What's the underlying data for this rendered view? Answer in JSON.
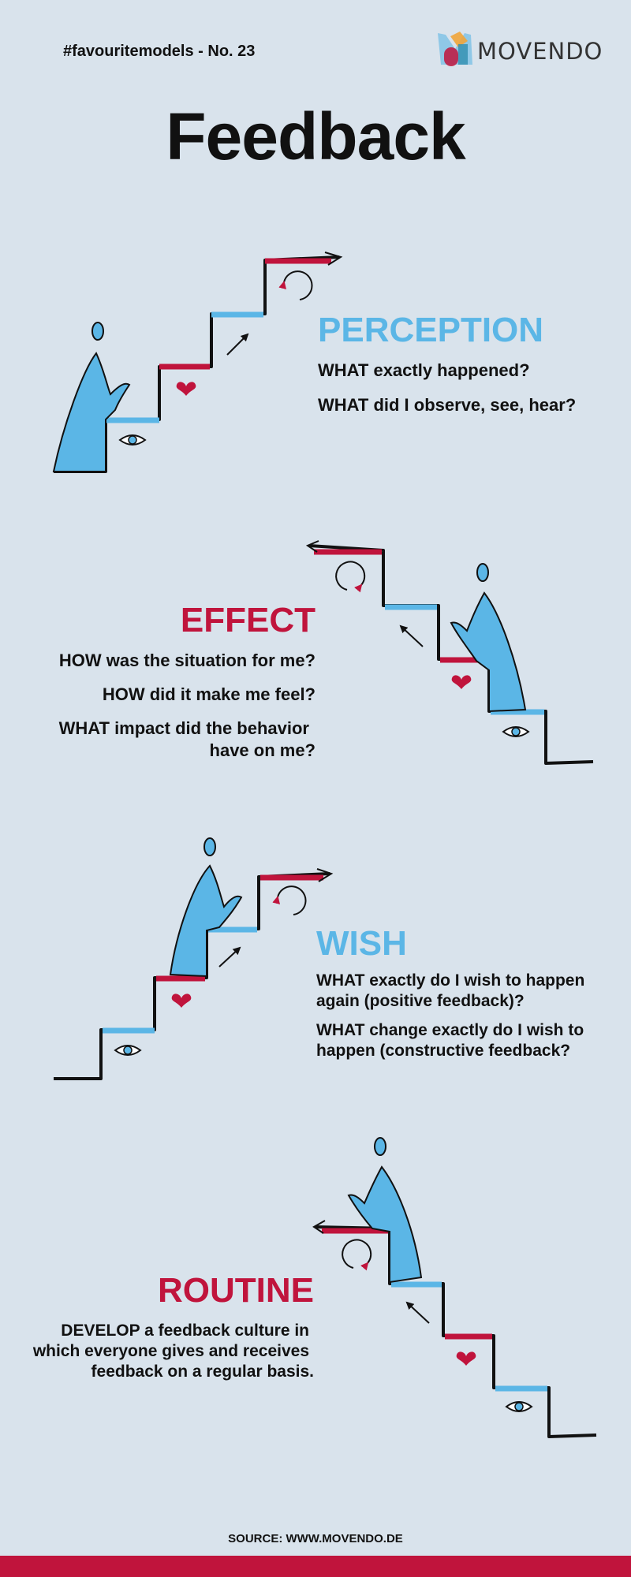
{
  "header": {
    "series_tag": "#favouritemodels - No. 23",
    "brand": "MOVENDO",
    "title": "Feedback"
  },
  "colors": {
    "background": "#d9e3ec",
    "blue": "#5bb6e6",
    "red": "#c0143c",
    "ink": "#111111"
  },
  "sections": [
    {
      "title": "PERCEPTION",
      "lines": [
        "WHAT exactly happened?",
        "WHAT did I observe, see, hear?"
      ]
    },
    {
      "title": "EFFECT",
      "lines": [
        "HOW was the situation for me?",
        "HOW did it make me feel?",
        "WHAT impact did the behavior",
        "have on me?"
      ]
    },
    {
      "title": "WISH",
      "lines": [
        "WHAT exactly do I wish to happen",
        "again (positive feedback)?",
        "WHAT change exactly do I wish to",
        "happen (constructive feedback?"
      ]
    },
    {
      "title": "ROUTINE",
      "lines": [
        "DEVELOP a feedback culture in",
        "which everyone gives and receives",
        "feedback on a regular basis."
      ]
    }
  ],
  "icons": [
    "eye-icon",
    "heart-icon",
    "arrow-icon",
    "cycle-icon"
  ],
  "footer": {
    "source": "SOURCE: WWW.MOVENDO.DE"
  }
}
